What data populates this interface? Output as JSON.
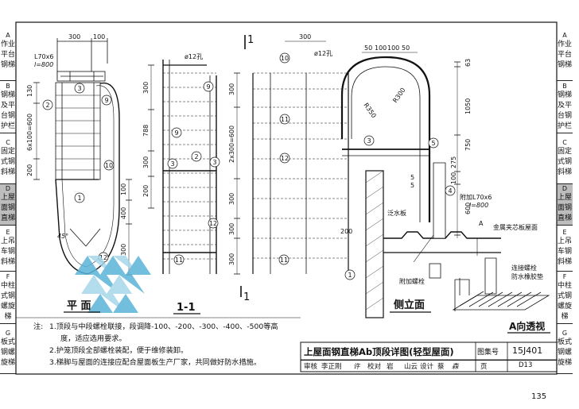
{
  "sidebar_left": [
    {
      "letter": "A",
      "text": [
        "作业",
        "平台",
        "钢梯"
      ],
      "active": false
    },
    {
      "letter": "B",
      "text": [
        "钢梯",
        "及平",
        "台钢",
        "护栏"
      ],
      "active": false
    },
    {
      "letter": "C",
      "text": [
        "固定",
        "式钢",
        "斜梯"
      ],
      "active": false
    },
    {
      "letter": "D",
      "text": [
        "上屋",
        "面钢",
        "直梯"
      ],
      "active": true
    },
    {
      "letter": "E",
      "text": [
        "上吊",
        "车钢",
        "斜梯"
      ],
      "active": false
    },
    {
      "letter": "F",
      "text": [
        "中柱",
        "式钢",
        "螺旋",
        "梯"
      ],
      "active": false
    },
    {
      "letter": "G",
      "text": [
        "板式",
        "钢螺",
        "旋梯"
      ],
      "active": false
    }
  ],
  "drawing": {
    "section_mark": "1",
    "view_labels": {
      "plan": "平 面",
      "section": "1-1",
      "side": "侧立面",
      "perspective": "A向透视"
    },
    "plan": {
      "dims_top": [
        "300",
        "100"
      ],
      "angle_label": "L70x6",
      "angle_len": "l=800",
      "dims_left": [
        "130",
        "6x100=600",
        "200"
      ],
      "dims_right": [
        "100",
        "400",
        "300"
      ],
      "angle": "45°",
      "callouts": [
        "3",
        "2",
        "9",
        "10",
        "1",
        "12"
      ]
    },
    "section": {
      "hole": "ø12孔",
      "dims": [
        "300",
        "788",
        "300",
        "200"
      ],
      "callouts": [
        "9",
        "3",
        "2",
        "12",
        "11"
      ]
    },
    "side": {
      "hole": "ø12孔",
      "dims_top": [
        "300",
        "50",
        "100",
        "100",
        "50"
      ],
      "radii": [
        "R350",
        "R300"
      ],
      "dims_left": [
        "300",
        "2x300=600",
        "300",
        "300",
        "300",
        "200"
      ],
      "dims_right": [
        "63",
        "1050",
        "750",
        "275",
        "100",
        "600"
      ],
      "dim_small": [
        "5",
        "5"
      ],
      "angle_label": "附加L70x6",
      "angle_len": "l=800",
      "labels": {
        "flashing": "泛水板",
        "panel": "金属夹芯板屋面",
        "bolt": "附加螺栓",
        "seal_bolt": "连接螺栓",
        "seal": "防水橡胶垫",
        "view_a": "A"
      },
      "callouts": [
        "10",
        "11",
        "12",
        "4",
        "3",
        "5",
        "1"
      ]
    }
  },
  "notes": {
    "label": "注:",
    "items": [
      "1.顶段与中段螺栓联接，段调降-100、-200、-300、-400、-500等高",
      "度，适应选用要求。",
      "2.护笼顶段全部螺栓装配，便于维修装卸。",
      "3.梯脚与屋面的连接应配合屋面板生产厂家，共同做好防水措施。"
    ]
  },
  "title_block": {
    "title": "上屋面钢直梯Ab顶段详图(轻型屋面)",
    "atlas_label": "图集号",
    "atlas_no": "15J401",
    "review": "审核",
    "reviewer": "李正刚",
    "check": "校对",
    "checker": "许",
    "checker2": "岩",
    "checker3": "山云",
    "design": "设计",
    "designer": "蔡",
    "designer2": "森",
    "page_label": "页",
    "page_code": "D13"
  },
  "page_number": "135"
}
